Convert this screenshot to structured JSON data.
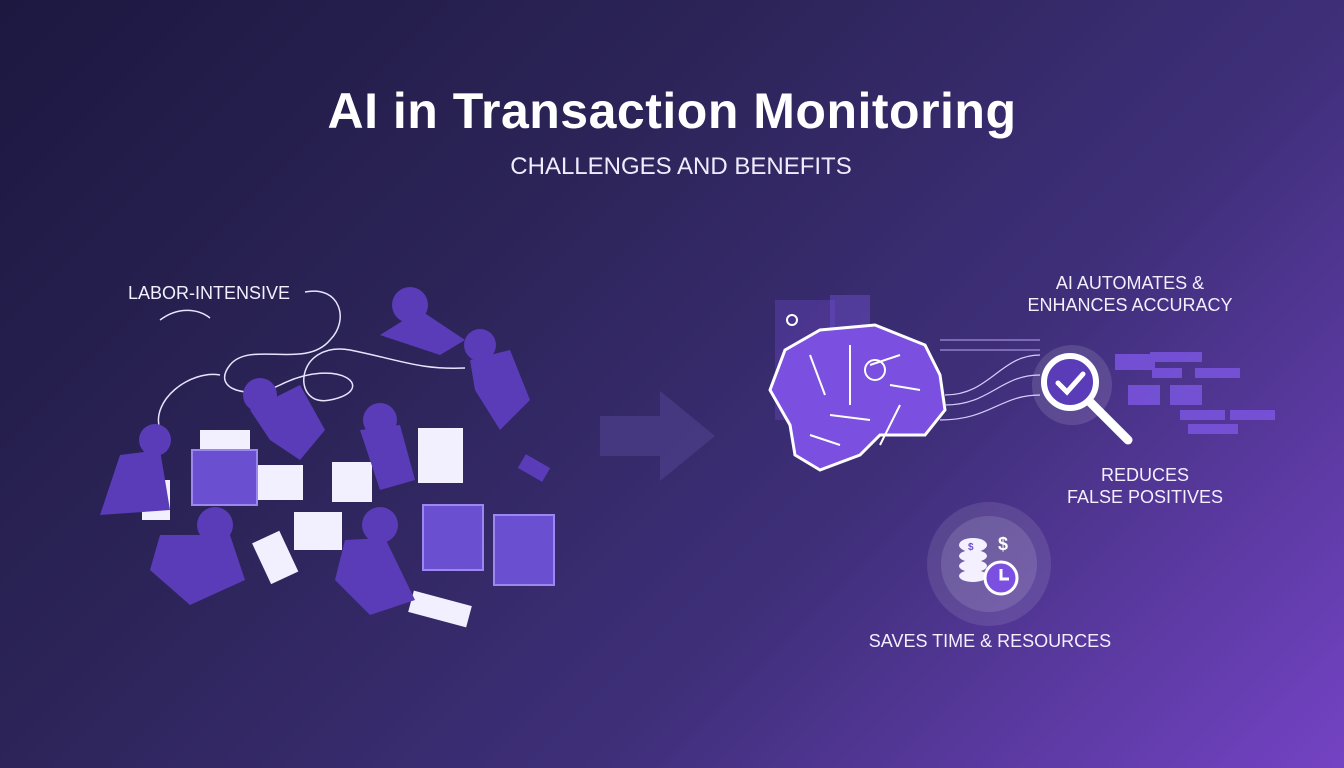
{
  "header": {
    "title": "AI in Transaction Monitoring",
    "subtitle": "CHALLENGES AND BENEFITS"
  },
  "challenge": {
    "label": "LABOR-INTENSIVE"
  },
  "benefits": [
    {
      "label_line1": "AI AUTOMATES &",
      "label_line2": "ENHANCES ACCURACY",
      "icon": "brain-circuit-icon"
    },
    {
      "label_line1": "REDUCES",
      "label_line2": "FALSE POSITIVES",
      "icon": "magnifier-check-icon"
    },
    {
      "label": "SAVES TIME & RESOURCES",
      "icon": "coins-clock-icon"
    }
  ],
  "colors": {
    "bg_dark": "#1c1840",
    "bg_light": "#7443c4",
    "accent": "#7b4fe0",
    "figure": "#5a3bb8"
  }
}
